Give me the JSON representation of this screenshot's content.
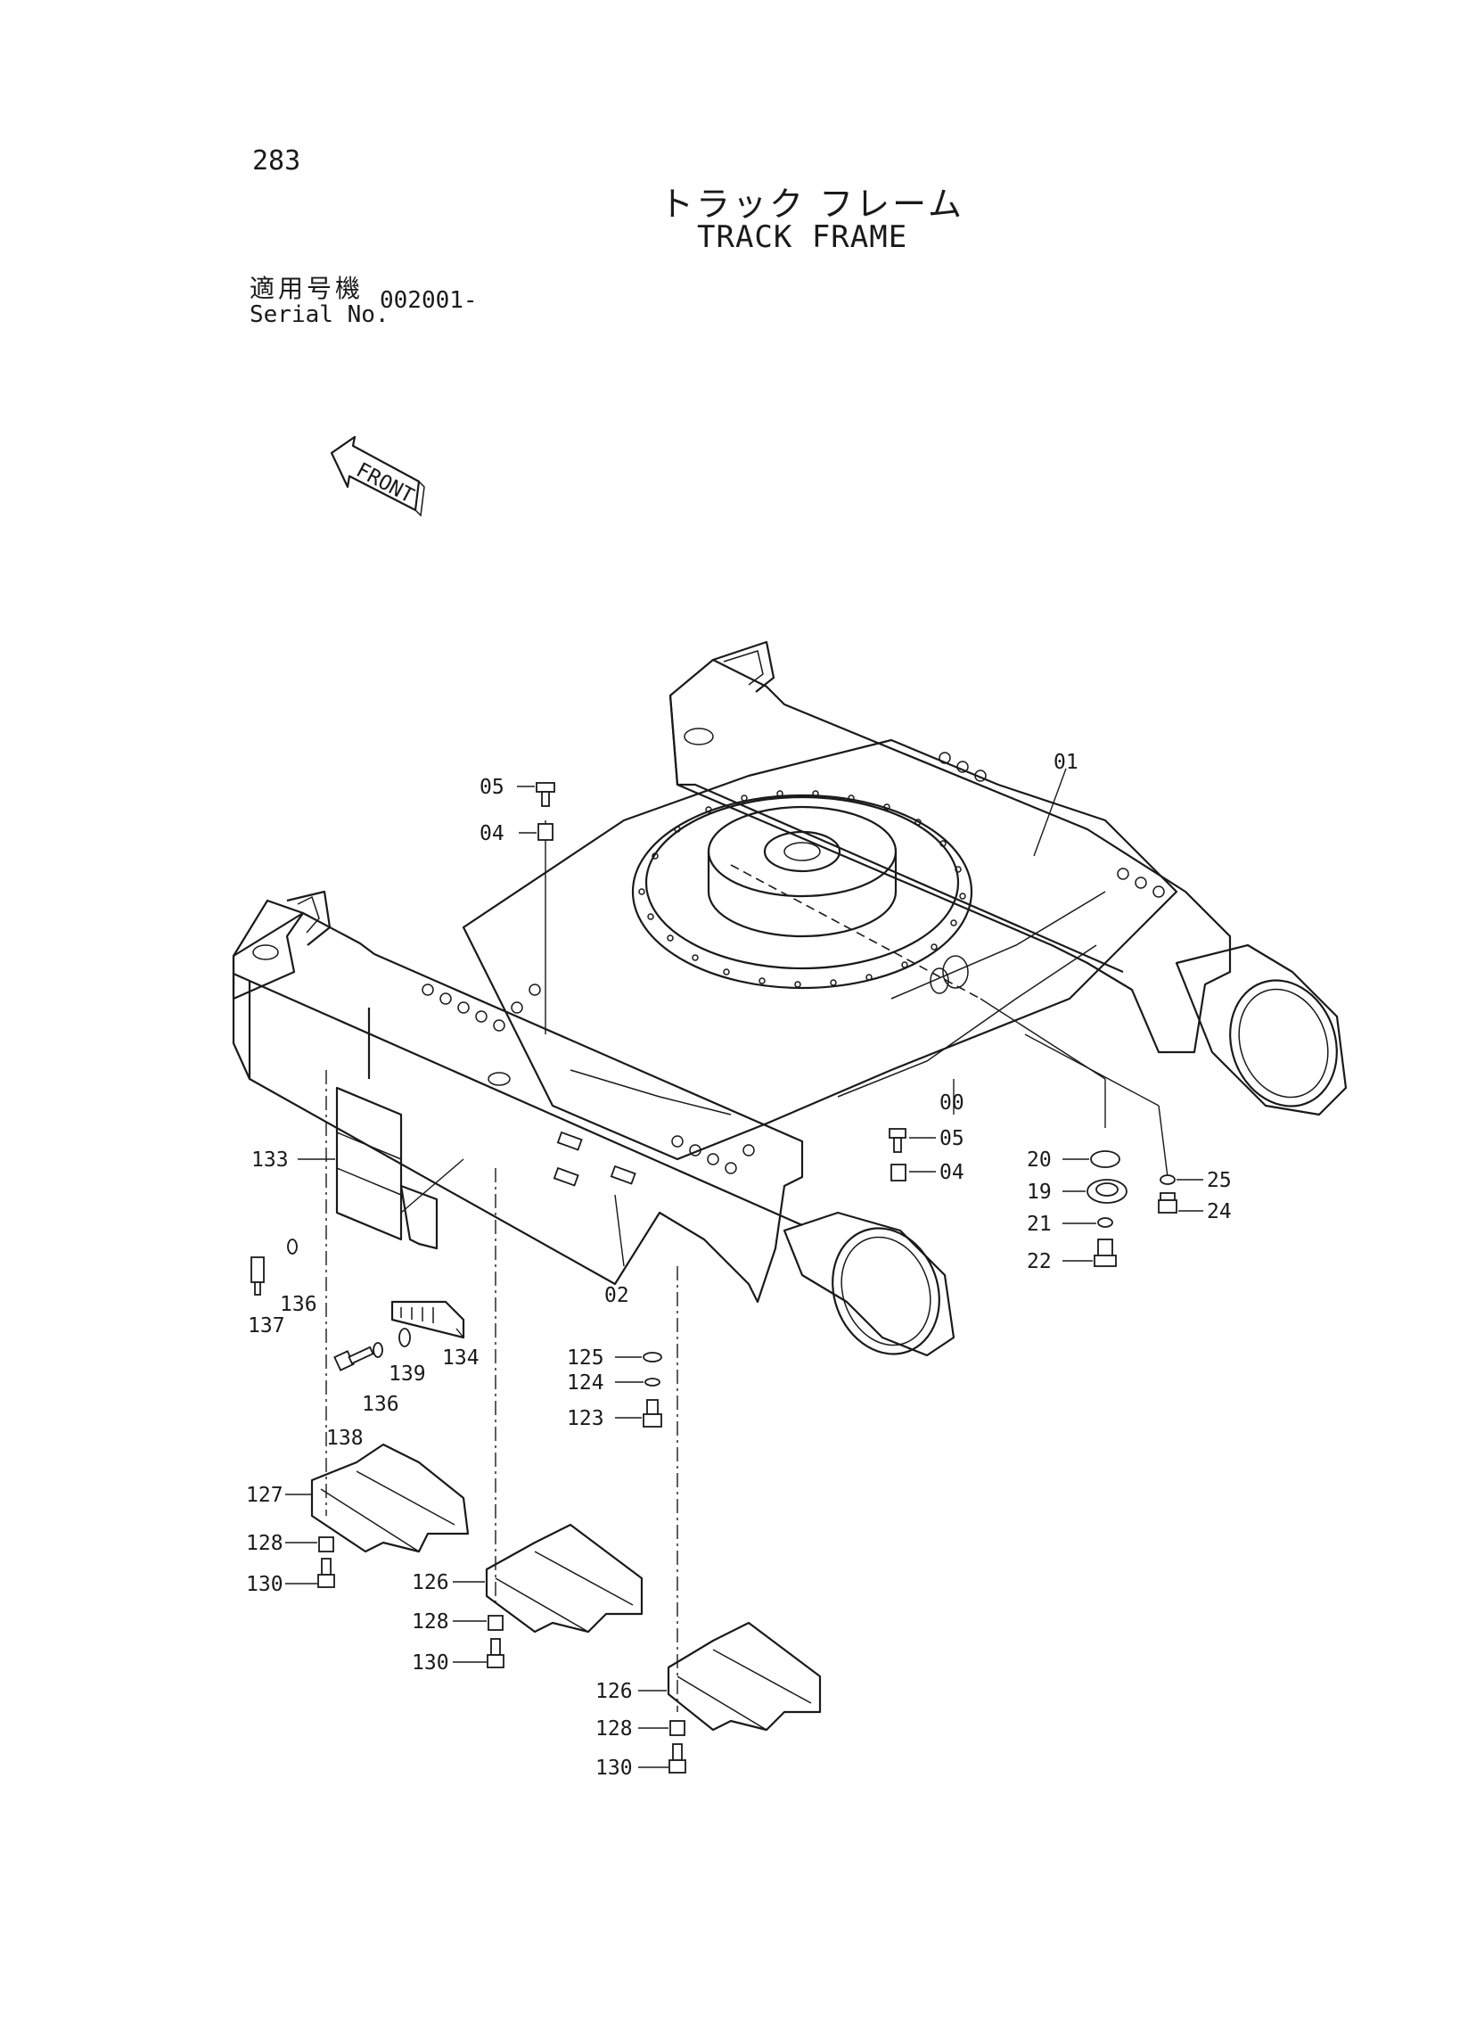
{
  "page_number": "283",
  "title_jp": "トラック フレーム",
  "title_en": "TRACK FRAME",
  "serial": {
    "label_jp": "適用号機",
    "label_en": "Serial No.",
    "value": "002001-"
  },
  "front_indicator": "FRONT",
  "callouts": {
    "c01": "01",
    "c00": "00",
    "c02": "02",
    "c05a": "05",
    "c04a": "04",
    "c05b": "05",
    "c04b": "04",
    "c20": "20",
    "c19": "19",
    "c21": "21",
    "c22": "22",
    "c25": "25",
    "c24": "24",
    "c133": "133",
    "c137": "137",
    "c136a": "136",
    "c134": "134",
    "c139": "139",
    "c136b": "136",
    "c138": "138",
    "c125": "125",
    "c124": "124",
    "c123": "123",
    "c127": "127",
    "c128a": "128",
    "c130a": "130",
    "c126a": "126",
    "c128b": "128",
    "c130b": "130",
    "c126b": "126",
    "c128c": "128",
    "c130c": "130"
  }
}
